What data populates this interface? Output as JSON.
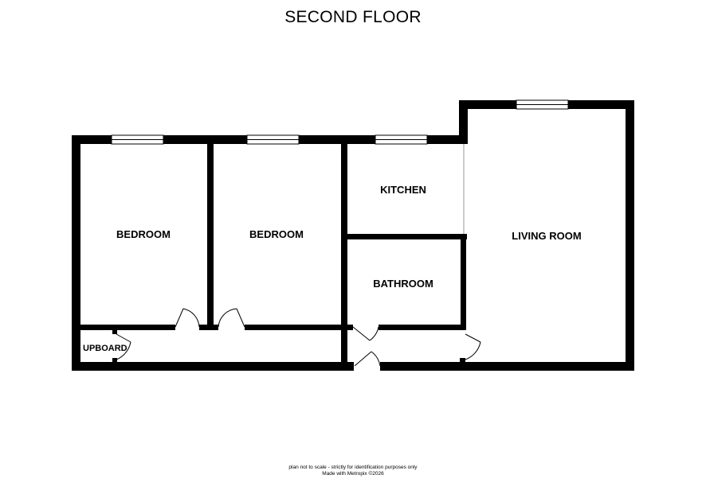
{
  "plan": {
    "title": "SECOND FLOOR",
    "rooms": {
      "bedroom_1": "BEDROOM",
      "bedroom_2": "BEDROOM",
      "kitchen": "KITCHEN",
      "living_room": "LIVING ROOM",
      "bathroom": "BATHROOM",
      "cupboard": "UPBOARD"
    },
    "footer": {
      "disclaimer": "plan not to scale - strictly for identification purposes only",
      "credit": "Made with Metropix ©2026"
    }
  }
}
